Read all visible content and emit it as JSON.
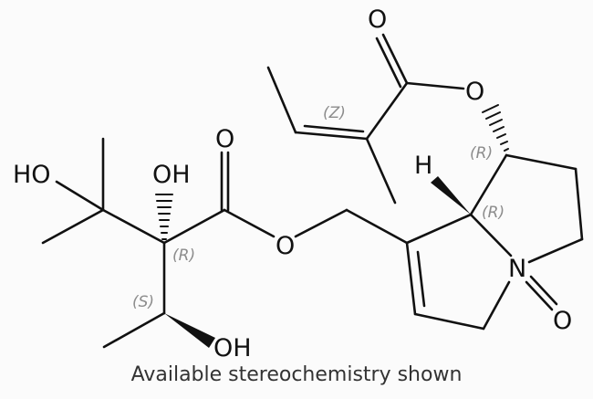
{
  "molecule": {
    "atoms": {
      "ho_left": "HO",
      "oh_top": "OH",
      "oh_bottom": "OH",
      "o_carbonyl_left": "O",
      "o_ester_left": "O",
      "o_carbonyl_top": "O",
      "o_ester_top": "O",
      "h_bridge": "H",
      "n_ring": "N",
      "o_noxide": "O"
    },
    "stereo_labels": {
      "c_alpha": "(R)",
      "c_beta": "(S)",
      "c_ester_ring": "(R)",
      "c_bridge": "(R)",
      "alkene": "(Z)"
    }
  },
  "caption": "Available stereochemistry shown",
  "colors": {
    "background": "#fbfbfb",
    "bond": "#111111",
    "stereo_label": "#8c8c8c",
    "caption": "#333333"
  }
}
